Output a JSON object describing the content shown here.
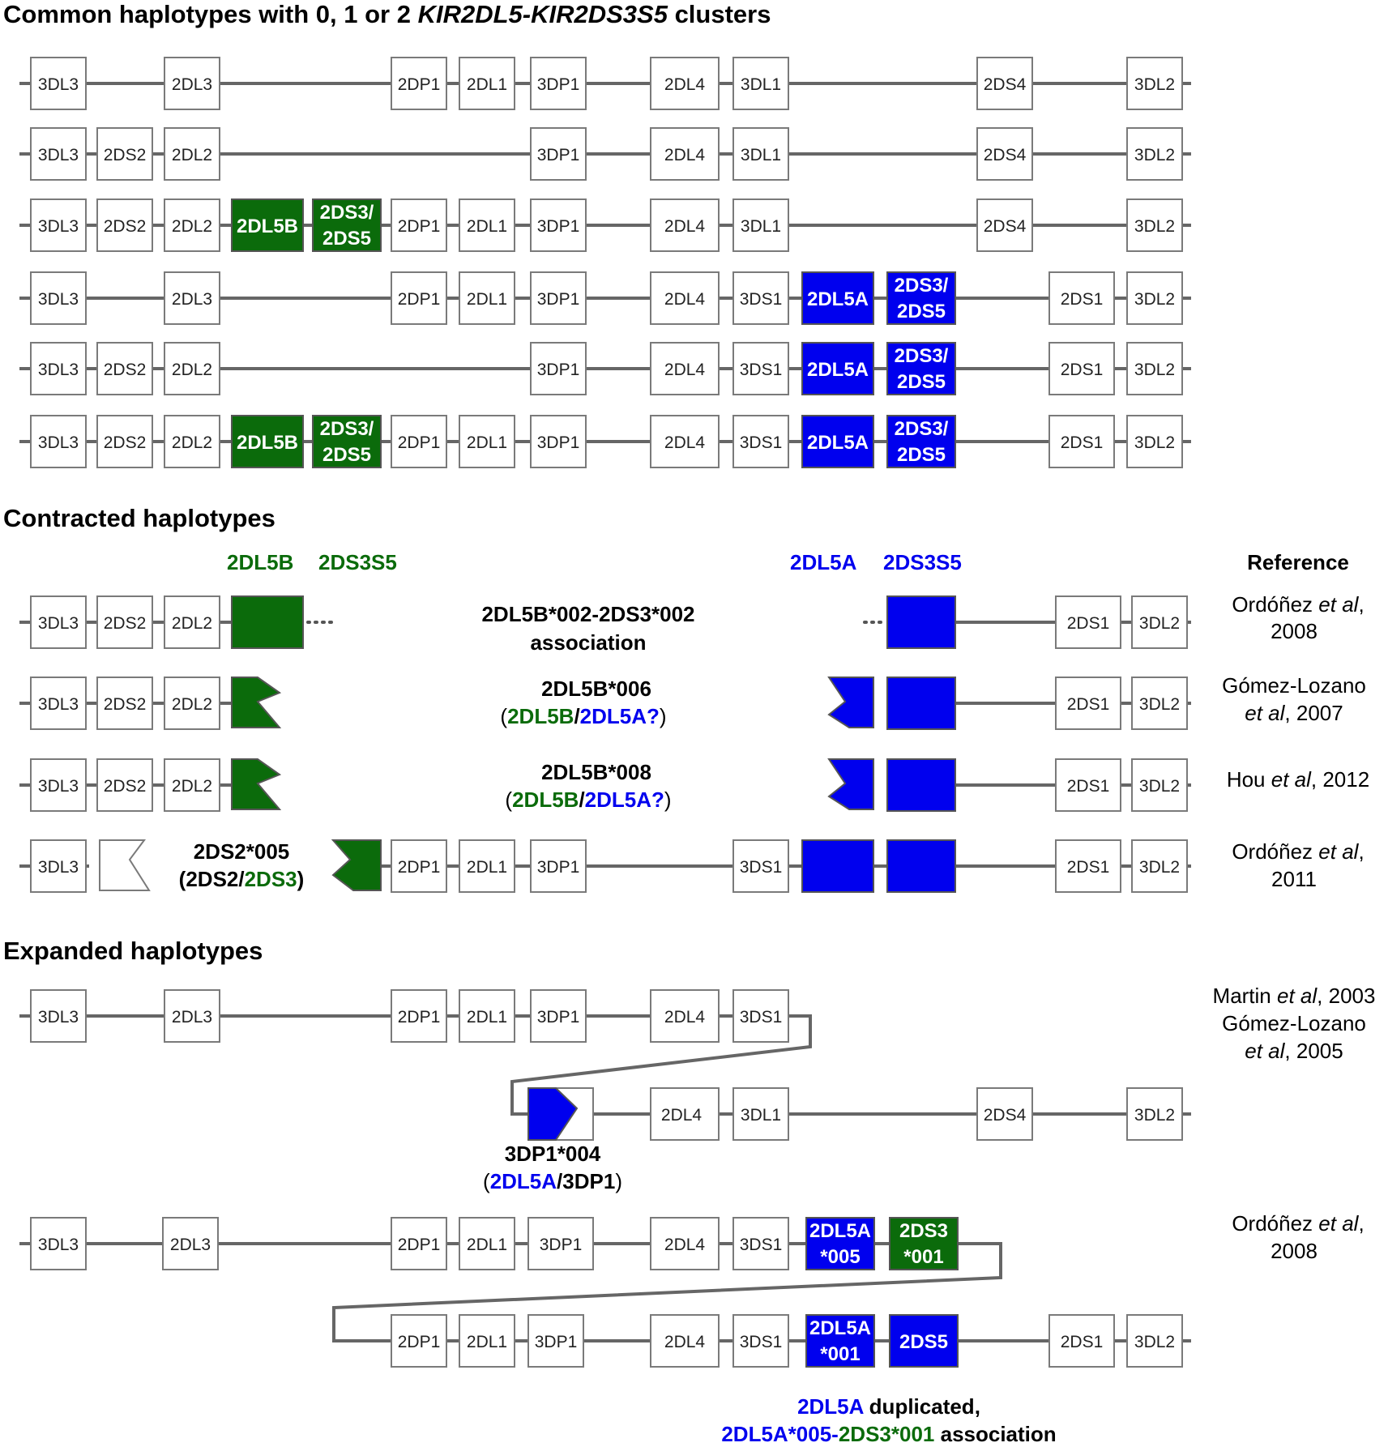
{
  "sections": {
    "common_title_pre": "Common haplotypes with 0, 1 or 2 ",
    "common_title_italic": "KIR2DL5-KIR2DS3S5",
    "common_title_post": " clusters",
    "contracted_title": "Contracted haplotypes",
    "expanded_title": "Expanded haplotypes"
  },
  "genes": {
    "3DL3": "3DL3",
    "2DL3": "2DL3",
    "2DS2": "2DS2",
    "2DL2": "2DL2",
    "2DL5B": "2DL5B",
    "2DS3_2DS5_a": "2DS3/",
    "2DS3_2DS5_b": "2DS5",
    "2DP1": "2DP1",
    "2DL1": "2DL1",
    "3DP1": "3DP1",
    "2DL4": "2DL4",
    "3DL1": "3DL1",
    "3DS1": "3DS1",
    "2DL5A": "2DL5A",
    "2DS4": "2DS4",
    "2DS1": "2DS1",
    "3DL2": "3DL2",
    "2DL5A_005_a": "2DL5A",
    "2DL5A_005_b": "*005",
    "2DS3_001_a": "2DS3",
    "2DS3_001_b": "*001",
    "2DL5A_001_a": "2DL5A",
    "2DL5A_001_b": "*001",
    "2DS5": "2DS5"
  },
  "contracted_headers": {
    "green1": "2DL5B",
    "green2": "2DS3S5",
    "blue1": "2DL5A",
    "blue2": "2DS3S5",
    "reference": "Reference"
  },
  "contracted_labels": {
    "row1_line1": "2DL5B*002-2DS3*002",
    "row1_line2": "association",
    "row2_line1": "2DL5B*006",
    "row2_open": "(",
    "row2_g": "2DL5B",
    "row2_slash": "/",
    "row2_b": "2DL5A?",
    "row2_close": ")",
    "row3_line1": "2DL5B*008",
    "row3_open": "(",
    "row3_g": "2DL5B",
    "row3_slash": "/",
    "row3_b": "2DL5A?",
    "row3_close": ")",
    "row4_line1": "2DS2*005",
    "row4_open": "(2DS2/",
    "row4_g": "2DS3",
    "row4_close": ")"
  },
  "references": {
    "r1_a": "Ordóñez ",
    "r1_it": "et al",
    "r1_b": ",",
    "r1_year": "2008",
    "r2_a": "Gómez-Lozano",
    "r2_it": "et al",
    "r2_year": ", 2007",
    "r3_a": "Hou ",
    "r3_it": "et al",
    "r3_year": ", 2012",
    "r4_a": "Ordóñez ",
    "r4_it": "et al",
    "r4_b": ",",
    "r4_year": "2011",
    "r5_a": "Martin ",
    "r5_it": "et al",
    "r5_year": ", 2003",
    "r5_c": "Gómez-Lozano",
    "r5_it2": "et al",
    "r5_year2": ", 2005",
    "r6_a": "Ordóñez ",
    "r6_it": "et al",
    "r6_b": ",",
    "r6_year": "2008"
  },
  "expanded_labels": {
    "e1_line1": "3DP1*004",
    "e1_open": "(",
    "e1_b": "2DL5A",
    "e1_rest": "/3DP1",
    "e1_close": ")",
    "e2_b1": "2DL5A",
    "e2_rest1": " duplicated,",
    "e2_b2": "2DL5A*005-",
    "e2_g2": "2DS3*001",
    "e2_rest2": " association"
  },
  "colors": {
    "green": "#0b6b0b",
    "blue": "#0000ee",
    "line": "#666666"
  }
}
